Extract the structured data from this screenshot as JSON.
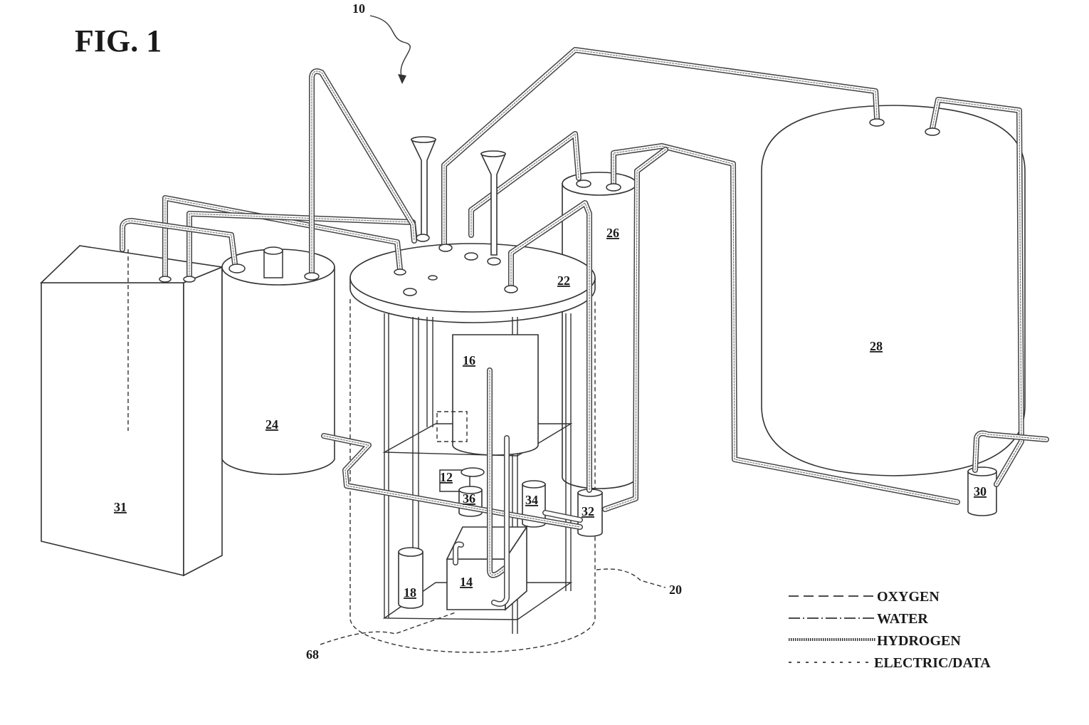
{
  "figure": {
    "title": "FIG. 1",
    "system_ref": "10"
  },
  "labels": {
    "r12": "12",
    "r14": "14",
    "r16": "16",
    "r18": "18",
    "r20": "20",
    "r22": "22",
    "r24": "24",
    "r26": "26",
    "r28": "28",
    "r30": "30",
    "r31": "31",
    "r32": "32",
    "r34": "34",
    "r36": "36",
    "r68": "68"
  },
  "legend": {
    "items": [
      {
        "label": "OXYGEN",
        "style": "dash-long"
      },
      {
        "label": "WATER",
        "style": "dash-dot"
      },
      {
        "label": "HYDROGEN",
        "style": "double-dense"
      },
      {
        "label": "ELECTRIC/DATA",
        "style": "dash-short"
      }
    ]
  }
}
